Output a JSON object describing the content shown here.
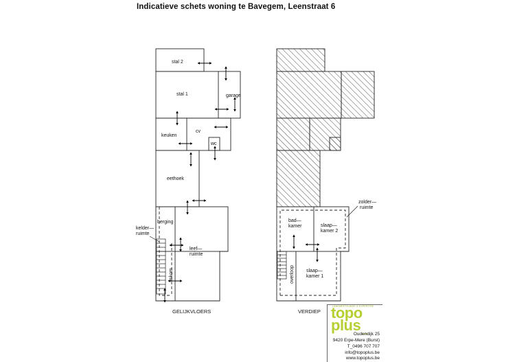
{
  "title": "Indicatieve schets woning te Bavegem, Leenstraat 6",
  "ground_floor": {
    "caption": "GELIJKVLOERS",
    "rooms": {
      "stal2": "stal  2",
      "stal1": "stal  1",
      "garage": "garage",
      "keuken": "keuken",
      "cv": "cv",
      "wc": "wc",
      "eethoek": "eethoek",
      "berging": "berging",
      "kelder_line1": "kelder—",
      "kelder_line2": "ruimte",
      "leef_line1": "leef—",
      "leef_line2": "ruimte",
      "inkom": "inkom"
    }
  },
  "upper_floor": {
    "caption": "VERDIEP",
    "rooms": {
      "bad_line1": "bad—",
      "bad_line2": "kamer",
      "slaap2_line1": "slaap—",
      "slaap2_line2": "kamer  2",
      "slaap1_line1": "slaap—",
      "slaap1_line2": "kamer  1",
      "overloop": "overloop",
      "zolder_line1": "zolder—",
      "zolder_line2": "ruimte"
    }
  },
  "logo": {
    "tagline": "LANDMEETKUNDE & EXPERTISE",
    "word1": "topo",
    "word2": "plus",
    "sub": "BVBA",
    "color": "#b8cf34"
  },
  "contact": {
    "address1": "Oudendijk 25",
    "address2": "9420 Erpe-Mere (Burst)",
    "phone": "T_0496 707 707",
    "email": "info@topoplus.be",
    "web": "www.topoplus.be"
  }
}
